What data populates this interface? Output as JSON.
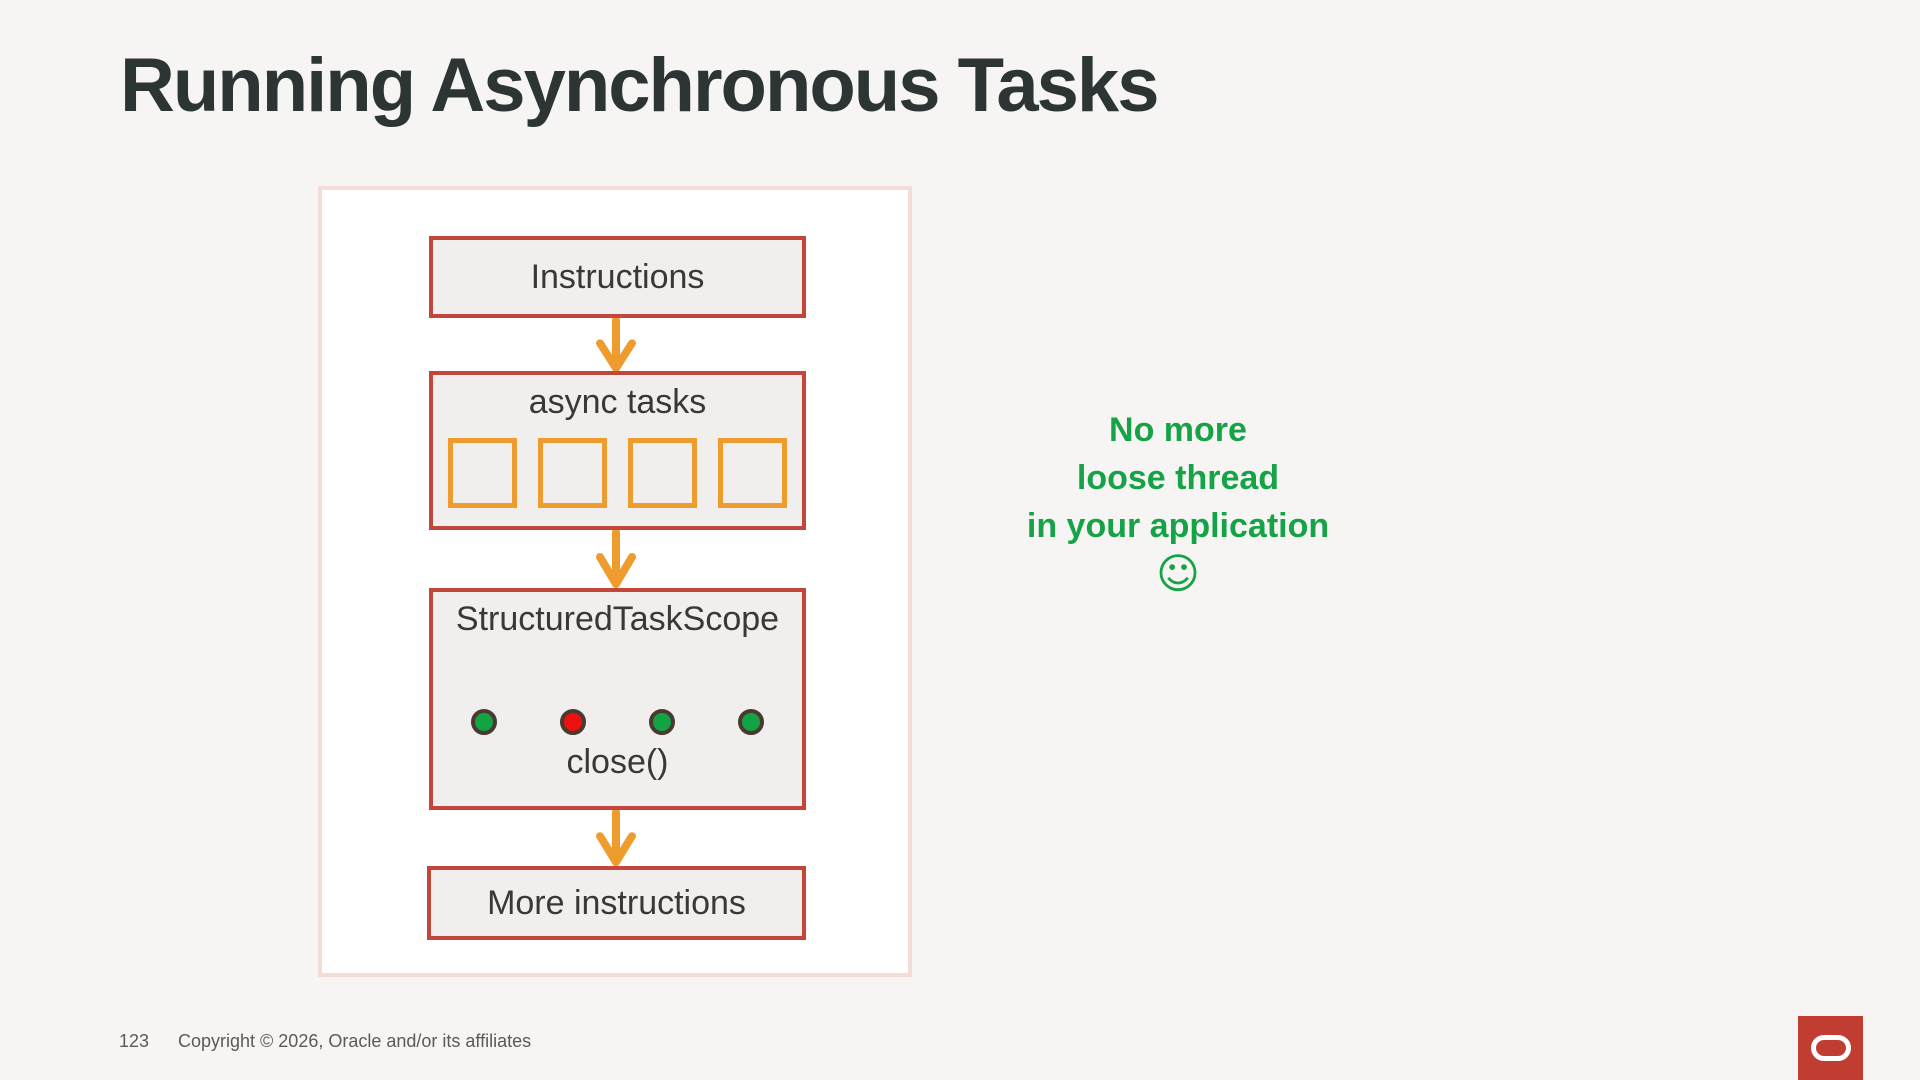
{
  "slide": {
    "title": "Running Asynchronous Tasks",
    "footer": {
      "page_number": "123",
      "copyright_label": "Copyright © 2026, Oracle and/or its affiliates"
    }
  },
  "diagram": {
    "instructions_label": "Instructions",
    "async_label": "async tasks",
    "task_slot_count": 4,
    "sts_label": "StructuredTaskScope",
    "close_label": "close()",
    "more_label": "More instructions",
    "thread_states": [
      "#12a345",
      "#ee1010",
      "#12a345",
      "#12a345"
    ]
  },
  "message": {
    "line1": "No more",
    "line2": "loose thread",
    "line3": "in your application",
    "smiley": "☺"
  },
  "colors": {
    "page-bg": "#f7f5f3",
    "panel-border": "#f5dcd7",
    "box-border": "#c2473a",
    "box-fill": "#f0efee",
    "orange": "#ef9c2e",
    "thread-ring": "#4a392e",
    "message-green": "#16a348",
    "title-color": "#2c3533",
    "label-color": "#3a3836",
    "footer-color": "#5c5956",
    "oracle-red": "#c13d31"
  }
}
